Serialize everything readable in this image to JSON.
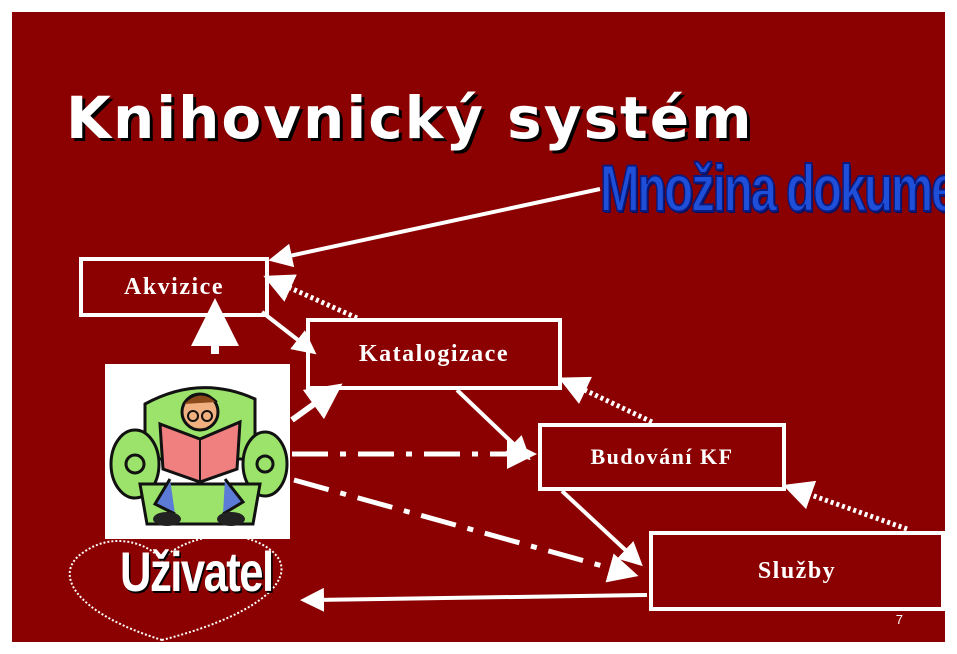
{
  "slide": {
    "title": "Knihovnický systém",
    "page_number": "7",
    "colors": {
      "background": "#8b0000",
      "text": "#ffffff",
      "wordart_docs": "#1f4fd8"
    }
  },
  "wordart": {
    "documents": "Množina dokumentů",
    "user": "Uživatel"
  },
  "nodes": {
    "akvizice": "Akvizice",
    "katalogizace": "Katalogizace",
    "budovani_kf": "Budování KF",
    "sluzby": "Služby"
  },
  "illustration": {
    "icon": "person-reading-in-armchair-icon"
  }
}
